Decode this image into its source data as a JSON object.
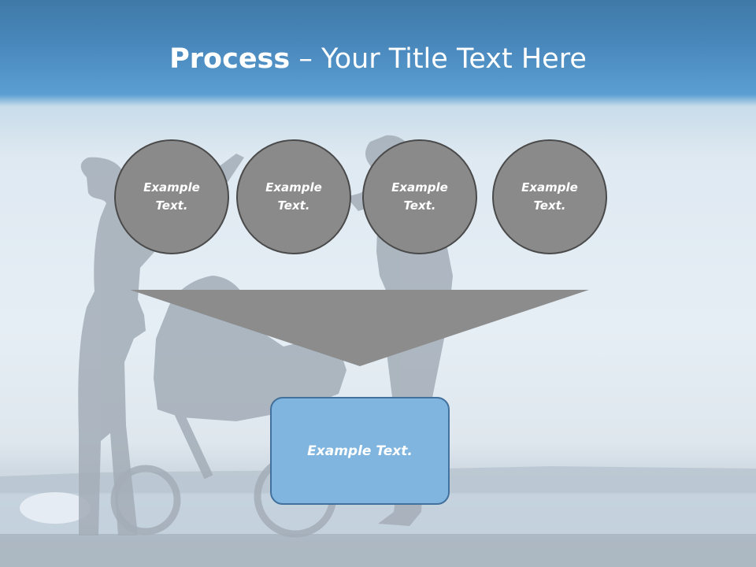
{
  "slide": {
    "title_bold": "Process",
    "title_rest": " – Your Title Text Here",
    "steps": [
      {
        "label": "Example Text."
      },
      {
        "label": "Example Text."
      },
      {
        "label": "Example Text."
      },
      {
        "label": "Example Text."
      }
    ],
    "output_label": "Example Text."
  },
  "colors": {
    "header_blue": "#4a89bd",
    "circle_fill": "#8a8a8a",
    "circle_border": "#4a4a4a",
    "funnel_fill": "#8c8c8c",
    "output_fill": "#7fb5de",
    "output_border": "#41719c"
  }
}
